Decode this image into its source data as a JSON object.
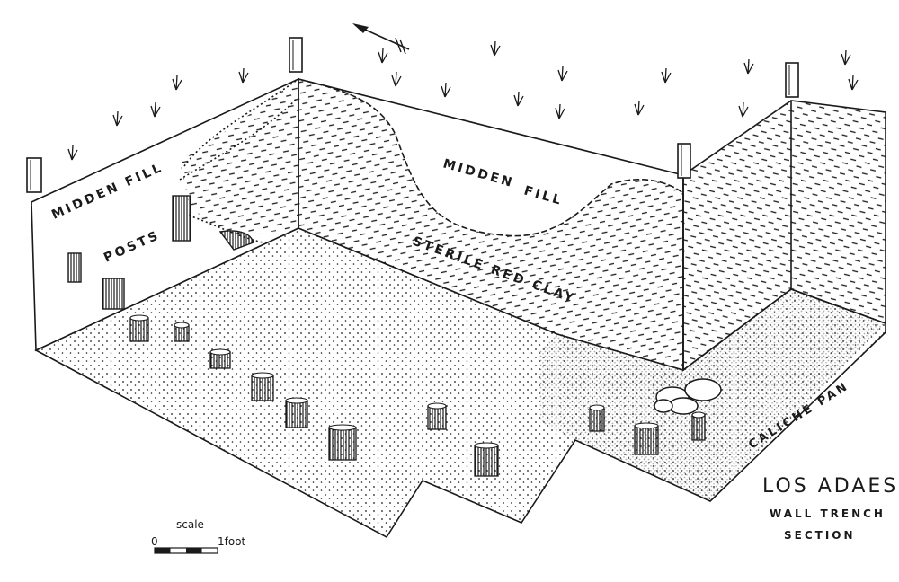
{
  "labels": {
    "midden_fill_left": "MIDDEN FILL",
    "midden_fill_center_1": "MIDDEN",
    "midden_fill_center_2": "FILL",
    "posts": "POSTS",
    "sterile_red_clay": "STERILE RED CLAY",
    "caliche_pan": "CALICHE PAN"
  },
  "title": {
    "line1": "LOS ADAES",
    "line2": "WALL TRENCH",
    "line3": "SECTION"
  },
  "scale": {
    "label": "scale",
    "start": "0",
    "end": "1foot"
  },
  "colors": {
    "ink": "#1a1a1a",
    "paper": "#ffffff"
  }
}
